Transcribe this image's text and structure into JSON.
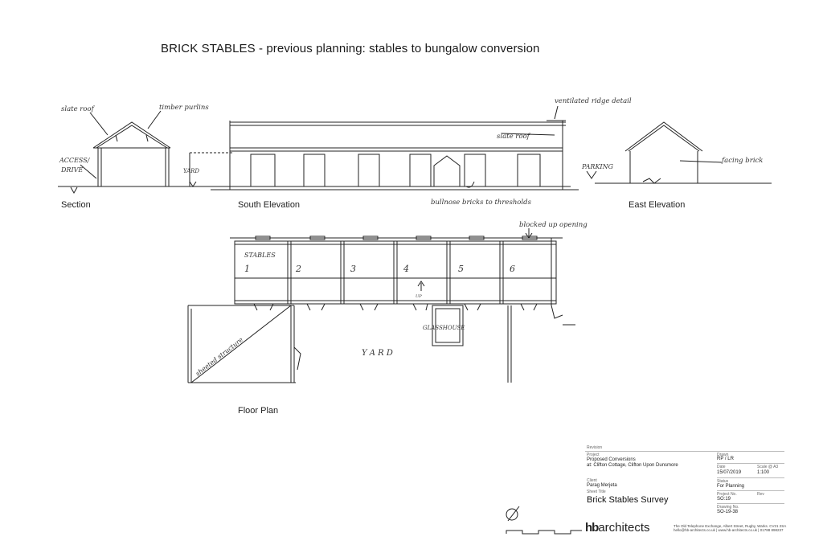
{
  "title": "BRICK STABLES - previous planning: stables to bungalow conversion",
  "views": {
    "section": "Section",
    "south_elevation": "South Elevation",
    "east_elevation": "East Elevation",
    "floor_plan": "Floor Plan"
  },
  "annotations": {
    "slate_roof_left": "slate roof",
    "timber_purlins": "timber purlins",
    "access_drive_1": "ACCESS/",
    "access_drive_2": "DRIVE",
    "yard_small": "YARD",
    "ventilated_ridge": "ventilated ridge detail",
    "slate_roof_elev": "slate roof",
    "bullnose": "bullnose bricks to thresholds",
    "parking": "PARKING",
    "facing_brick": "facing brick",
    "blocked_opening": "blocked up opening",
    "stables": "STABLES",
    "glasshouse": "GLASSHOUSE",
    "yard": "Y A R D",
    "sheeted_structure": "sheeted structure",
    "up": "UP"
  },
  "stable_numbers": [
    "1",
    "2",
    "3",
    "4",
    "5",
    "6"
  ],
  "title_block": {
    "revision_label": "Revision",
    "project_label": "Project",
    "project_line1": "Proposed Conversions",
    "project_line2": "at: Clifton Cottage, Clifton Upon Dunsmore",
    "client_label": "Client",
    "client": "Parag Merjeta",
    "sheet_title_label": "Sheet Title",
    "sheet_title": "Brick Stables Survey",
    "drawn_label": "Drawn",
    "drawn": "RP / LR",
    "date_label": "Date",
    "date": "15/07/2019",
    "scale_label": "Scale @ A3",
    "scale": "1:100",
    "status_label": "Status",
    "status": "For Planning",
    "project_no_label": "Project No.",
    "project_no": "SO:19",
    "rev_label": "Rev",
    "drawing_no_label": "Drawing No.",
    "drawing_no": "SO-19-38",
    "logo_prefix": "hb",
    "logo_suffix": "architects",
    "address_line1": "The Old Telephone Exchange, Albert Street, Rugby, Warks. CV21 2SA",
    "address_line2": "hello@hb-architects.co.uk | www.hb-architects.co.uk | 01788 898237"
  }
}
